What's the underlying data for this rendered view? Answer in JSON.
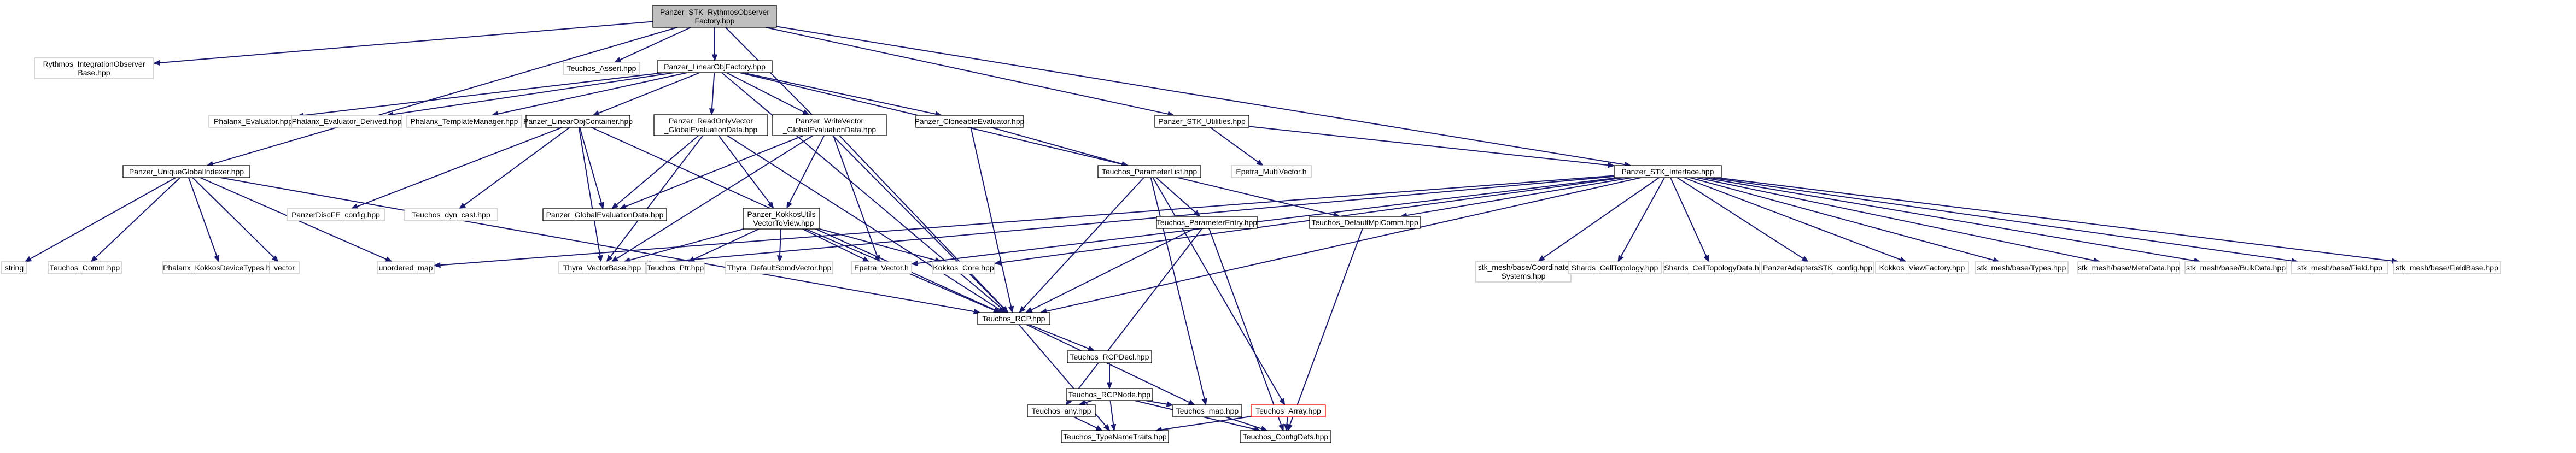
{
  "colors": {
    "edge": "#191970",
    "root_fill": "#bfbfbf",
    "documented_border": "#000000",
    "undocumented_border": "#bfbfbf",
    "truncated_border": "#ff0000"
  },
  "nodes": [
    {
      "id": "root",
      "lines": [
        "Panzer_STK_RythmosObserver",
        "Factory.hpp"
      ],
      "kind": "root"
    },
    {
      "id": "rythmos_iob",
      "lines": [
        "Rythmos_IntegrationObserver",
        "Base.hpp"
      ],
      "kind": "missing"
    },
    {
      "id": "teuchos_assert",
      "lines": [
        "Teuchos_Assert.hpp"
      ],
      "kind": "missing"
    },
    {
      "id": "lof",
      "lines": [
        "Panzer_LinearObjFactory.hpp"
      ],
      "kind": "doc"
    },
    {
      "id": "stk_util",
      "lines": [
        "Panzer_STK_Utilities.hpp"
      ],
      "kind": "doc"
    },
    {
      "id": "ugi",
      "lines": [
        "Panzer_UniqueGlobalIndexer.hpp"
      ],
      "kind": "doc"
    },
    {
      "id": "ph_eval",
      "lines": [
        "Phalanx_Evaluator.hpp"
      ],
      "kind": "missing"
    },
    {
      "id": "ph_eval_der",
      "lines": [
        "Phalanx_Evaluator_Derived.hpp"
      ],
      "kind": "missing"
    },
    {
      "id": "ph_tm",
      "lines": [
        "Phalanx_TemplateManager.hpp"
      ],
      "kind": "missing"
    },
    {
      "id": "loc",
      "lines": [
        "Panzer_LinearObjContainer.hpp"
      ],
      "kind": "doc"
    },
    {
      "id": "rov",
      "lines": [
        "Panzer_ReadOnlyVector",
        "_GlobalEvaluationData.hpp"
      ],
      "kind": "doc"
    },
    {
      "id": "wv",
      "lines": [
        "Panzer_WriteVector",
        "_GlobalEvaluationData.hpp"
      ],
      "kind": "doc"
    },
    {
      "id": "ce",
      "lines": [
        "Panzer_CloneableEvaluator.hpp"
      ],
      "kind": "doc"
    },
    {
      "id": "epetra_mv",
      "lines": [
        "Epetra_MultiVector.h"
      ],
      "kind": "missing"
    },
    {
      "id": "stk_if",
      "lines": [
        "Panzer_STK_Interface.hpp"
      ],
      "kind": "doc"
    },
    {
      "id": "disc_fe",
      "lines": [
        "PanzerDiscFE_config.hpp"
      ],
      "kind": "missing"
    },
    {
      "id": "dyn_cast",
      "lines": [
        "Teuchos_dyn_cast.hpp"
      ],
      "kind": "missing"
    },
    {
      "id": "ged",
      "lines": [
        "Panzer_GlobalEvaluationData.hpp"
      ],
      "kind": "doc"
    },
    {
      "id": "param_list",
      "lines": [
        "Teuchos_ParameterList.hpp"
      ],
      "kind": "doc"
    },
    {
      "id": "kokkos_utils",
      "lines": [
        "Panzer_KokkosUtils",
        "_VectorToView.hpp"
      ],
      "kind": "doc"
    },
    {
      "id": "string",
      "lines": [
        "string"
      ],
      "kind": "missing"
    },
    {
      "id": "teuchos_comm",
      "lines": [
        "Teuchos_Comm.hpp"
      ],
      "kind": "missing"
    },
    {
      "id": "ph_kdt",
      "lines": [
        "Phalanx_KokkosDeviceTypes.hpp"
      ],
      "kind": "missing"
    },
    {
      "id": "vector",
      "lines": [
        "vector"
      ],
      "kind": "missing"
    },
    {
      "id": "umap",
      "lines": [
        "unordered_map"
      ],
      "kind": "missing"
    },
    {
      "id": "thyra_vb",
      "lines": [
        "Thyra_VectorBase.hpp"
      ],
      "kind": "missing"
    },
    {
      "id": "teuchos_ptr",
      "lines": [
        "Teuchos_Ptr.hpp"
      ],
      "kind": "missing"
    },
    {
      "id": "thyra_dsf",
      "lines": [
        "Thyra_DefaultSpmdVector.hpp"
      ],
      "kind": "missing"
    },
    {
      "id": "epetra_vec",
      "lines": [
        "Epetra_Vector.h"
      ],
      "kind": "missing"
    },
    {
      "id": "kokkos_core",
      "lines": [
        "Kokkos_Core.hpp"
      ],
      "kind": "missing"
    },
    {
      "id": "param_entry",
      "lines": [
        "Teuchos_ParameterEntry.hpp"
      ],
      "kind": "doc"
    },
    {
      "id": "mpicomm",
      "lines": [
        "Teuchos_DefaultMpiComm.hpp"
      ],
      "kind": "doc"
    },
    {
      "id": "coord",
      "lines": [
        "stk_mesh/base/Coordinate",
        "Systems.hpp"
      ],
      "kind": "missing"
    },
    {
      "id": "shards_ct",
      "lines": [
        "Shards_CellTopology.hpp"
      ],
      "kind": "missing"
    },
    {
      "id": "shards_ctd",
      "lines": [
        "Shards_CellTopologyData.h"
      ],
      "kind": "missing"
    },
    {
      "id": "adapters",
      "lines": [
        "PanzerAdaptersSTK_config.hpp"
      ],
      "kind": "missing"
    },
    {
      "id": "kokkos_vf",
      "lines": [
        "Kokkos_ViewFactory.hpp"
      ],
      "kind": "missing"
    },
    {
      "id": "stk_types",
      "lines": [
        "stk_mesh/base/Types.hpp"
      ],
      "kind": "missing"
    },
    {
      "id": "stk_meta",
      "lines": [
        "stk_mesh/base/MetaData.hpp"
      ],
      "kind": "missing"
    },
    {
      "id": "stk_bulk",
      "lines": [
        "stk_mesh/base/BulkData.hpp"
      ],
      "kind": "missing"
    },
    {
      "id": "stk_field",
      "lines": [
        "stk_mesh/base/Field.hpp"
      ],
      "kind": "missing"
    },
    {
      "id": "stk_fieldbase",
      "lines": [
        "stk_mesh/base/FieldBase.hpp"
      ],
      "kind": "missing"
    },
    {
      "id": "rcp",
      "lines": [
        "Teuchos_RCP.hpp"
      ],
      "kind": "doc"
    },
    {
      "id": "rcpdecl",
      "lines": [
        "Teuchos_RCPDecl.hpp"
      ],
      "kind": "doc"
    },
    {
      "id": "rcpnode",
      "lines": [
        "Teuchos_RCPNode.hpp"
      ],
      "kind": "doc"
    },
    {
      "id": "any",
      "lines": [
        "Teuchos_any.hpp"
      ],
      "kind": "doc"
    },
    {
      "id": "map",
      "lines": [
        "Teuchos_map.hpp"
      ],
      "kind": "doc"
    },
    {
      "id": "array",
      "lines": [
        "Teuchos_Array.hpp"
      ],
      "kind": "trunc"
    },
    {
      "id": "tnt",
      "lines": [
        "Teuchos_TypeNameTraits.hpp"
      ],
      "kind": "doc"
    },
    {
      "id": "cfg",
      "lines": [
        "Teuchos_ConfigDefs.hpp"
      ],
      "kind": "doc"
    }
  ],
  "edges": [
    [
      "root",
      "rythmos_iob"
    ],
    [
      "root",
      "teuchos_assert"
    ],
    [
      "root",
      "lof"
    ],
    [
      "root",
      "stk_util"
    ],
    [
      "root",
      "ugi"
    ],
    [
      "root",
      "rcp"
    ],
    [
      "root",
      "stk_if"
    ],
    [
      "lof",
      "ph_eval"
    ],
    [
      "lof",
      "ph_eval_der"
    ],
    [
      "lof",
      "ph_tm"
    ],
    [
      "lof",
      "loc"
    ],
    [
      "lof",
      "rov"
    ],
    [
      "lof",
      "wv"
    ],
    [
      "lof",
      "ce"
    ],
    [
      "lof",
      "mpicomm"
    ],
    [
      "lof",
      "rcp"
    ],
    [
      "stk_util",
      "epetra_mv"
    ],
    [
      "stk_util",
      "stk_if"
    ],
    [
      "ugi",
      "string"
    ],
    [
      "ugi",
      "teuchos_comm"
    ],
    [
      "ugi",
      "ph_kdt"
    ],
    [
      "ugi",
      "vector"
    ],
    [
      "ugi",
      "umap"
    ],
    [
      "ugi",
      "rcp"
    ],
    [
      "loc",
      "disc_fe"
    ],
    [
      "loc",
      "dyn_cast"
    ],
    [
      "loc",
      "ged"
    ],
    [
      "loc",
      "thyra_vb"
    ],
    [
      "loc",
      "rcp"
    ],
    [
      "rov",
      "ged"
    ],
    [
      "rov",
      "kokkos_utils"
    ],
    [
      "rov",
      "thyra_vb"
    ],
    [
      "rov",
      "rcp"
    ],
    [
      "wv",
      "ged"
    ],
    [
      "wv",
      "kokkos_utils"
    ],
    [
      "wv",
      "thyra_vb"
    ],
    [
      "wv",
      "epetra_vec"
    ],
    [
      "wv",
      "rcp"
    ],
    [
      "ce",
      "param_list"
    ],
    [
      "ce",
      "rcp"
    ],
    [
      "kokkos_utils",
      "thyra_vb"
    ],
    [
      "kokkos_utils",
      "teuchos_ptr"
    ],
    [
      "kokkos_utils",
      "thyra_dsf"
    ],
    [
      "kokkos_utils",
      "epetra_vec"
    ],
    [
      "kokkos_utils",
      "kokkos_core"
    ],
    [
      "kokkos_utils",
      "rcp"
    ],
    [
      "param_list",
      "param_entry"
    ],
    [
      "param_list",
      "map"
    ],
    [
      "param_list",
      "array"
    ],
    [
      "param_list",
      "rcp"
    ],
    [
      "stk_if",
      "umap"
    ],
    [
      "stk_if",
      "rcp"
    ],
    [
      "stk_if",
      "kokkos_core"
    ],
    [
      "stk_if",
      "epetra_vec"
    ],
    [
      "stk_if",
      "mpicomm"
    ],
    [
      "stk_if",
      "coord"
    ],
    [
      "stk_if",
      "shards_ct"
    ],
    [
      "stk_if",
      "shards_ctd"
    ],
    [
      "stk_if",
      "adapters"
    ],
    [
      "stk_if",
      "kokkos_vf"
    ],
    [
      "stk_if",
      "stk_types"
    ],
    [
      "stk_if",
      "stk_meta"
    ],
    [
      "stk_if",
      "stk_bulk"
    ],
    [
      "stk_if",
      "stk_field"
    ],
    [
      "stk_if",
      "stk_fieldbase"
    ],
    [
      "stk_if",
      "thyra_vb"
    ],
    [
      "param_entry",
      "any"
    ],
    [
      "param_entry",
      "rcp"
    ],
    [
      "param_entry",
      "cfg"
    ],
    [
      "mpicomm",
      "cfg"
    ],
    [
      "rcp",
      "rcpdecl"
    ],
    [
      "rcp",
      "map"
    ],
    [
      "rcp",
      "tnt"
    ],
    [
      "rcpdecl",
      "rcpnode"
    ],
    [
      "rcpnode",
      "any"
    ],
    [
      "rcpnode",
      "map"
    ],
    [
      "rcpnode",
      "tnt"
    ],
    [
      "rcpnode",
      "cfg"
    ],
    [
      "any",
      "tnt"
    ],
    [
      "map",
      "cfg"
    ],
    [
      "array",
      "cfg"
    ],
    [
      "array",
      "tnt"
    ]
  ]
}
